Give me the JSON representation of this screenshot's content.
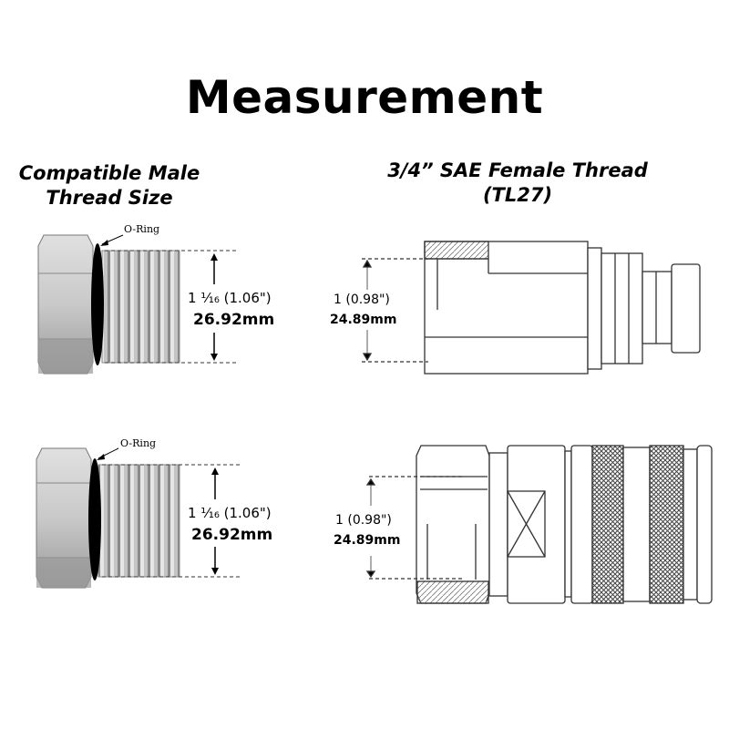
{
  "title": "Measurement",
  "left_heading": {
    "line1": "Compatible Male",
    "line2": "Thread Size"
  },
  "right_heading": {
    "line1": "3/4” SAE Female Thread",
    "line2": "(TL27)"
  },
  "male_fittings": [
    {
      "label": "O-Ring",
      "dim_imperial": "1 ¹⁄₁₆ (1.06\")",
      "dim_metric": "26.92mm"
    },
    {
      "label": "O-Ring",
      "dim_imperial": "1 ¹⁄₁₆ (1.06\")",
      "dim_metric": "26.92mm"
    }
  ],
  "female_fittings": [
    {
      "dim_imperial": "1 (0.98\")",
      "dim_metric": "24.89mm"
    },
    {
      "dim_imperial": "1 (0.98\")",
      "dim_metric": "24.89mm"
    }
  ],
  "colors": {
    "metal_light": "#cfcfcf",
    "metal_dark": "#8f8f8f",
    "oring": "#000000",
    "line": "#222222"
  }
}
